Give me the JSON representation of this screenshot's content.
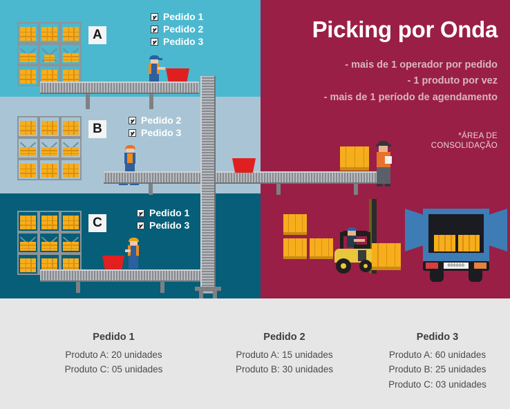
{
  "headline": {
    "title": "Picking por Onda",
    "bullets": [
      "- mais de 1 operador por pedido",
      "- 1 produto por vez",
      "- mais de 1 período de agendamento"
    ],
    "consolidation_note_line1": "*ÁREA DE",
    "consolidation_note_line2": "CONSOLIDAÇÃO"
  },
  "zones": [
    {
      "id": "A",
      "badge": "A",
      "background_color": "#4bb8cf",
      "orders": [
        {
          "label": "Pedido 1",
          "checked": true
        },
        {
          "label": "Pedido 2",
          "checked": true
        },
        {
          "label": "Pedido 3",
          "checked": true
        }
      ]
    },
    {
      "id": "B",
      "badge": "B",
      "background_color": "#a9c5d5",
      "orders": [
        {
          "label": "Pedido 2",
          "checked": true
        },
        {
          "label": "Pedido 3",
          "checked": true
        }
      ]
    },
    {
      "id": "C",
      "badge": "C",
      "background_color": "#065e78",
      "orders": [
        {
          "label": "Pedido 1",
          "checked": true
        },
        {
          "label": "Pedido 3",
          "checked": true
        }
      ]
    }
  ],
  "orders_table": [
    {
      "title": "Pedido 1",
      "lines": [
        "Produto A: 20 unidades",
        "Produto C: 05 unidades"
      ]
    },
    {
      "title": "Pedido 2",
      "lines": [
        "Produto A: 15 unidades",
        "Produto B: 30 unidades"
      ]
    },
    {
      "title": "Pedido 3",
      "lines": [
        "Produto A: 60 unidades",
        "Produto B: 25 unidades",
        "Produto C: 03 unidades"
      ]
    }
  ],
  "truck": {
    "license_plate": "000000"
  },
  "colors": {
    "right_panel": "#991f46",
    "bottom_bar": "#e6e6e6",
    "box_yellow": "#f6ae1c",
    "bin_red": "#e02020",
    "truck_blue": "#3d7cb5",
    "forklift_yellow": "#e8c73c",
    "conveyor_gray": "#9aa0a4",
    "title_white": "#ffffff",
    "bullet_pink": "#d9b5c2"
  }
}
